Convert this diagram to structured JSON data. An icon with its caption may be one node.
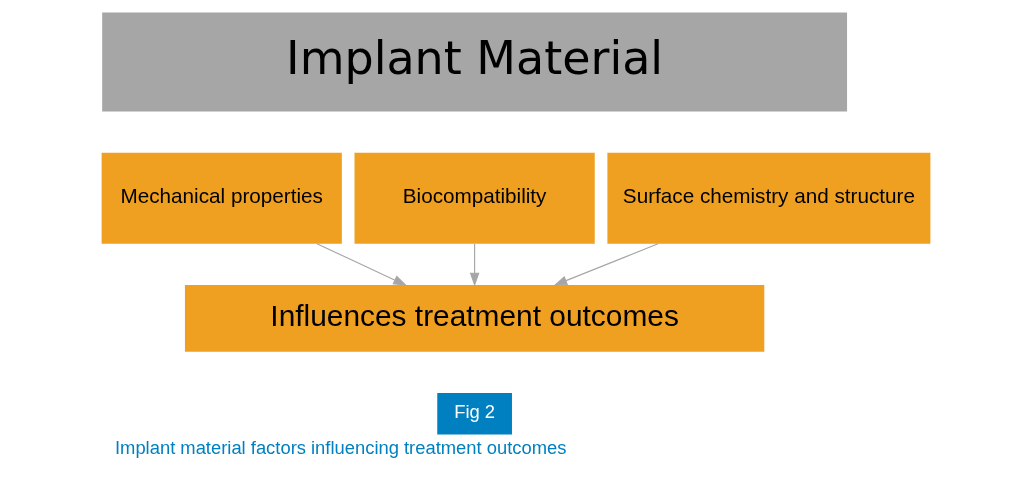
{
  "diagram": {
    "caption": "Implant material factors influencing treatment outcomes",
    "nodes": [
      {
        "text": [
          "Implant Material"
        ]
      },
      {
        "text": [
          "Mechanical properties"
        ]
      },
      {
        "text": [
          "Biocompatibility"
        ]
      },
      {
        "text": [
          "Surface chemistry and structure"
        ]
      },
      {
        "text": [
          "Influences treatment outcomes"
        ]
      }
    ],
    "edges": [
      {
        "from": 1,
        "to": 4,
        "arrow": "to"
      },
      {
        "from": 2,
        "to": 4,
        "arrow": "to"
      },
      {
        "from": 3,
        "to": 4,
        "arrow": "to"
      }
    ],
    "labels": [
      "Fig 2"
    ]
  }
}
